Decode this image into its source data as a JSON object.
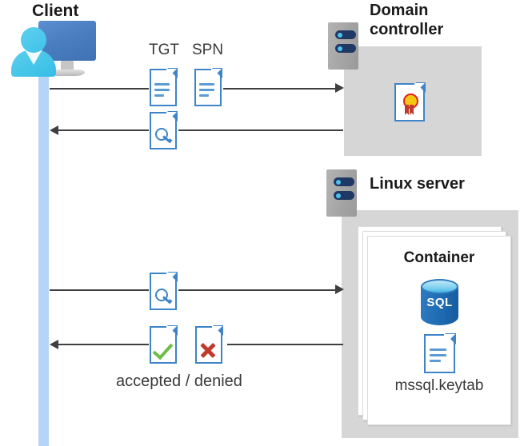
{
  "diagram": {
    "title": "Kerberos authentication flow: Client, Domain controller, Linux server container",
    "background": "#ffffff"
  },
  "actors": {
    "client": {
      "label": "Client",
      "icon": "user-workstation-icon",
      "lifeline_color": "#b6d4f5"
    },
    "domain_controller": {
      "label": "Domain\ncontroller",
      "icon": "server-icon",
      "zone_color": "#d6d6d6",
      "contents": [
        {
          "icon": "certificate-document-icon",
          "label": ""
        }
      ]
    },
    "linux_server": {
      "label": "Linux server",
      "icon": "server-icon",
      "zone_color": "#d6d6d6",
      "container": {
        "label": "Container",
        "stack_count": 3,
        "items": [
          {
            "icon": "sql-database-icon",
            "label": "SQL"
          },
          {
            "icon": "keytab-document-icon",
            "label": "mssql.keytab"
          }
        ]
      }
    }
  },
  "messages": [
    {
      "id": "m1",
      "direction": "right",
      "from": "client",
      "to": "domain_controller",
      "icons": [
        {
          "name": "tgt-document-icon",
          "label": "TGT"
        },
        {
          "name": "spn-document-icon",
          "label": "SPN"
        }
      ],
      "caption": ""
    },
    {
      "id": "m2",
      "direction": "left",
      "from": "domain_controller",
      "to": "client",
      "icons": [
        {
          "name": "service-ticket-key-document-icon",
          "label": ""
        }
      ],
      "caption": ""
    },
    {
      "id": "m3",
      "direction": "right",
      "from": "client",
      "to": "linux_server",
      "icons": [
        {
          "name": "service-ticket-key-document-icon",
          "label": ""
        }
      ],
      "caption": ""
    },
    {
      "id": "m4",
      "direction": "left",
      "from": "linux_server",
      "to": "client",
      "icons": [
        {
          "name": "accepted-document-icon",
          "label": ""
        },
        {
          "name": "denied-document-icon",
          "label": ""
        }
      ],
      "caption": "accepted / denied"
    }
  ],
  "colors": {
    "doc_blue": "#3d85c8",
    "doc_line_blue": "#5b9bd5",
    "accent_cyan": "#3fc2e8",
    "monitor_blue": "#4a7ec0",
    "zone_gray": "#d6d6d6",
    "chassis_gray": "#a4a4a4",
    "chassis_led": "#4cc2f1",
    "chassis_bar": "#1f3864",
    "arrow": "#3f3f3f",
    "accepted_green": "#6cbe45",
    "denied_red": "#c0392b",
    "seal_yellow": "#f2c811",
    "seal_red": "#e02020",
    "sql_blue": "#1f6cb4",
    "text_dark": "#1a1a1a",
    "text_gray": "#3a3a3a"
  }
}
